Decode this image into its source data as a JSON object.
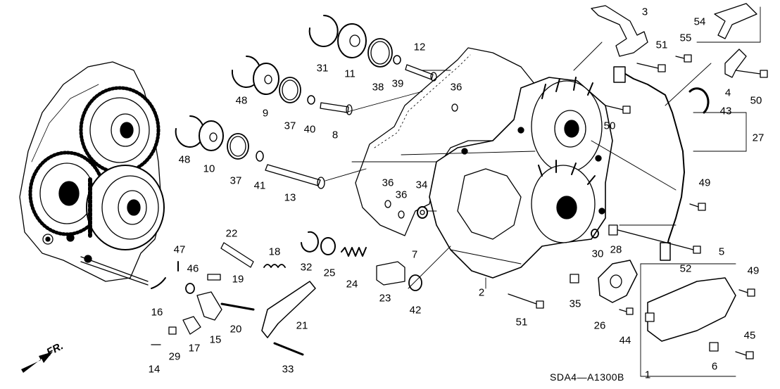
{
  "diagram_code": "SDA4—A1300B",
  "direction_label": "FR.",
  "callouts": [
    "1",
    "2",
    "3",
    "4",
    "5",
    "6",
    "7",
    "8",
    "9",
    "10",
    "11",
    "12",
    "13",
    "14",
    "15",
    "16",
    "17",
    "18",
    "19",
    "20",
    "21",
    "22",
    "23",
    "24",
    "25",
    "26",
    "27",
    "28",
    "29",
    "30",
    "31",
    "32",
    "33",
    "34",
    "35",
    "36",
    "36",
    "36",
    "36",
    "37",
    "37",
    "38",
    "39",
    "40",
    "41",
    "42",
    "43",
    "44",
    "45",
    "46",
    "47",
    "48",
    "48",
    "49",
    "49",
    "50",
    "50",
    "51",
    "51",
    "51",
    "52",
    "54",
    "55"
  ]
}
